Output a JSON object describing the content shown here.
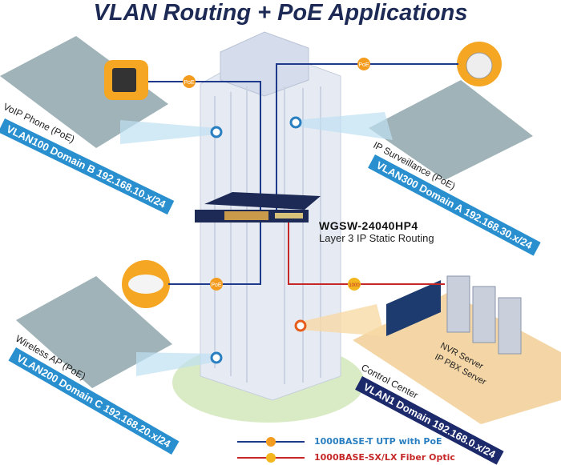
{
  "title": "VLAN Routing + PoE Applications",
  "switch": {
    "model": "WGSW-24040HP4",
    "description": "Layer 3 IP Static Routing"
  },
  "zones": {
    "voip": {
      "caption": "VoIP Phone (PoE)",
      "vlan": "VLAN100 Domain B 192.168.10.x/24"
    },
    "surveillance": {
      "caption": "IP Surveillance (PoE)",
      "vlan": "VLAN300 Domain A 192.168.30.x/24"
    },
    "wireless": {
      "caption": "Wireless AP (PoE)",
      "vlan": "VLAN200 Domain C 192.168.20.x/24"
    },
    "control": {
      "caption": "Control Center",
      "vlan": "VLAN1 Domain 192.168.0.x/24",
      "servers": [
        "NVR Server",
        "IP PBX Server"
      ]
    }
  },
  "badges": {
    "poe": "PoE",
    "fiber": "1000"
  },
  "legend": [
    {
      "label": "1000BASE-T UTP with PoE",
      "color": "#1f3a8a",
      "text_color": "#2a7fc0"
    },
    {
      "label": "1000BASE-SX/LX Fiber Optic",
      "color": "#c62828",
      "text_color": "#c62828"
    }
  ],
  "colors": {
    "poe_line": "#1f3a8a",
    "fiber_line": "#c62828",
    "badge": "#f39c1f",
    "vlan_banner": "#2a8fcf",
    "vlan1_banner": "#1c2a6b"
  }
}
